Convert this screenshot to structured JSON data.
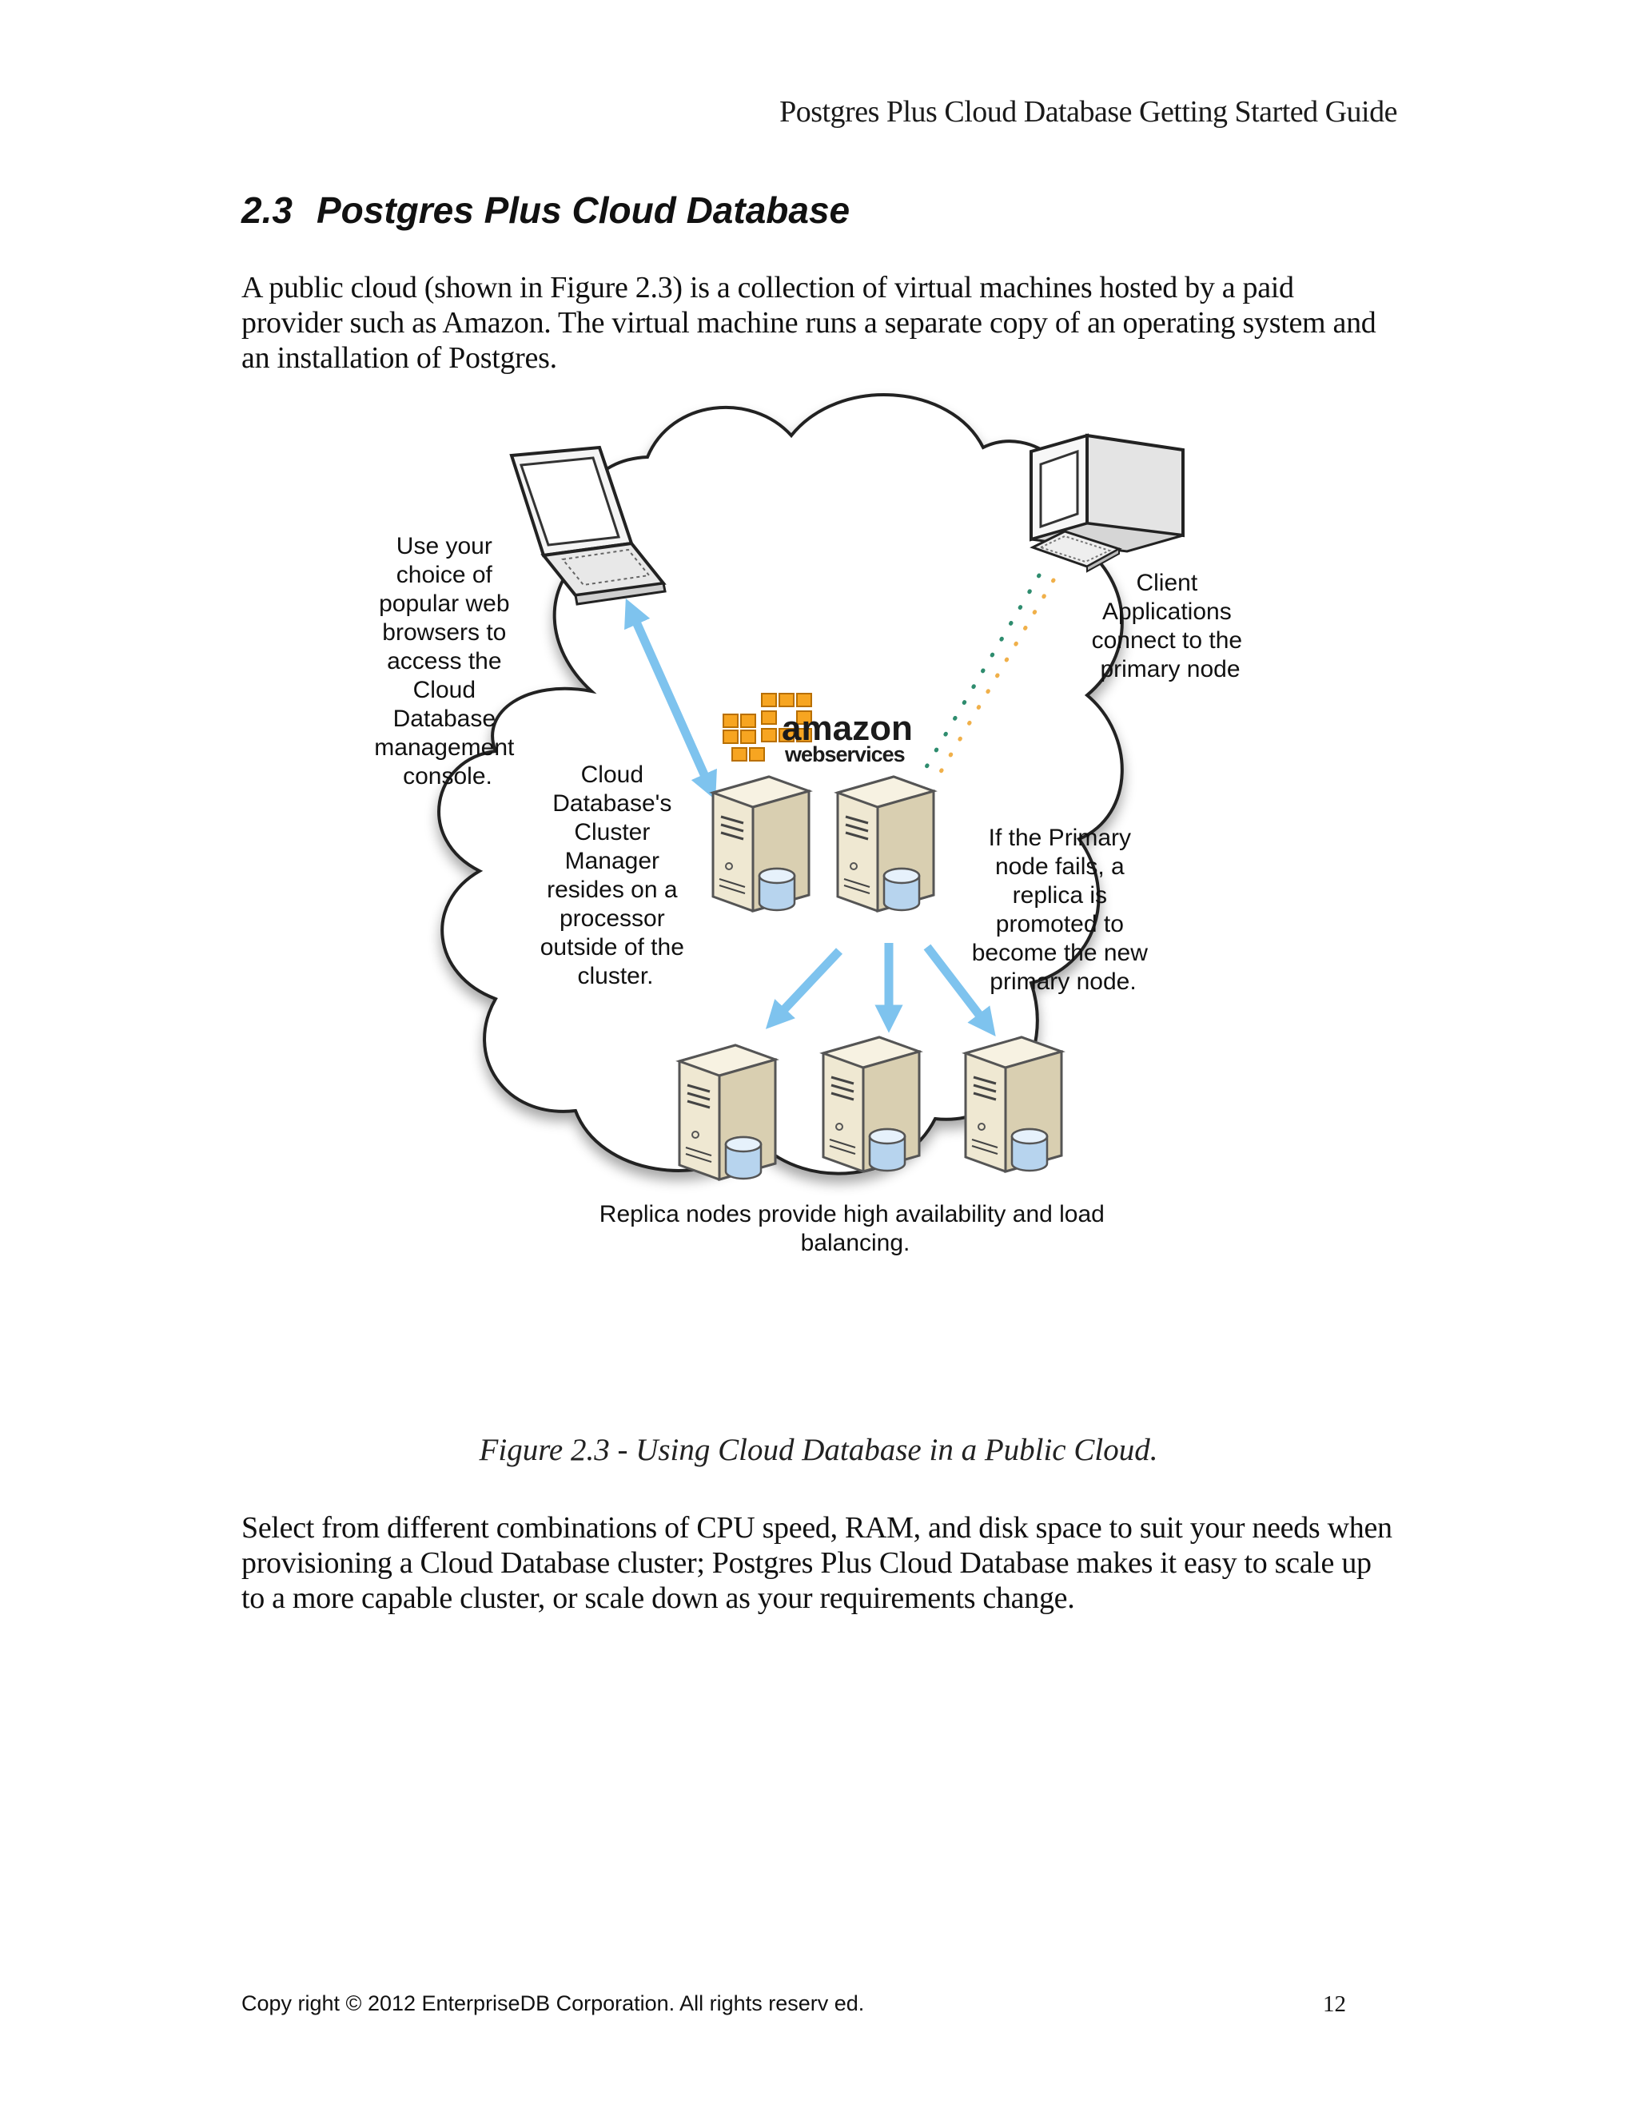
{
  "header": {
    "text": "Postgres Plus Cloud Database Getting Started Guide"
  },
  "section": {
    "number": "2.3",
    "title": "Postgres Plus Cloud Database"
  },
  "intro_paragraph": "A public cloud (shown in Figure 2.3) is a collection of virtual machines hosted by a paid provider such as Amazon.  The virtual machine runs a separate copy of an operating system and an installation of Postgres.",
  "figure": {
    "browser_note": [
      "Use your",
      "choice of",
      "popular web",
      "browsers to",
      "access the",
      "Cloud",
      "Database",
      "management",
      "console."
    ],
    "client_note": [
      "Client",
      "Applications",
      "connect to the",
      "primary node"
    ],
    "cluster_manager_note": [
      "Cloud",
      "Database's",
      "Cluster",
      "Manager",
      "resides on a",
      "processor",
      "outside of the",
      "cluster."
    ],
    "failover_note": [
      "If the Primary",
      "node fails, a",
      "replica is",
      "promoted to",
      "become the new",
      "primary node."
    ],
    "replica_note": [
      "Replica nodes provide high availability and load",
      "balancing."
    ],
    "logo_amazon": "amazon",
    "logo_web_services": "webservices",
    "colors": {
      "arrow": "#7ec3ee",
      "logo_orange": "#f7a521",
      "server_body": "#e9e1c9",
      "disk": "#b7d4ee"
    }
  },
  "caption": "Figure 2.3 - Using Cloud Database in a Public Cloud.",
  "closing_paragraph": "Select from different combinations of CPU speed, RAM, and disk space to suit your needs when provisioning a Cloud Database cluster; Postgres Plus Cloud Database makes it easy to scale up to a more capable cluster, or scale down as your requirements change.",
  "footer": {
    "copyright": "Copy right © 2012  EnterpriseDB Corporation.   All rights reserv ed.",
    "page_number": "12"
  }
}
